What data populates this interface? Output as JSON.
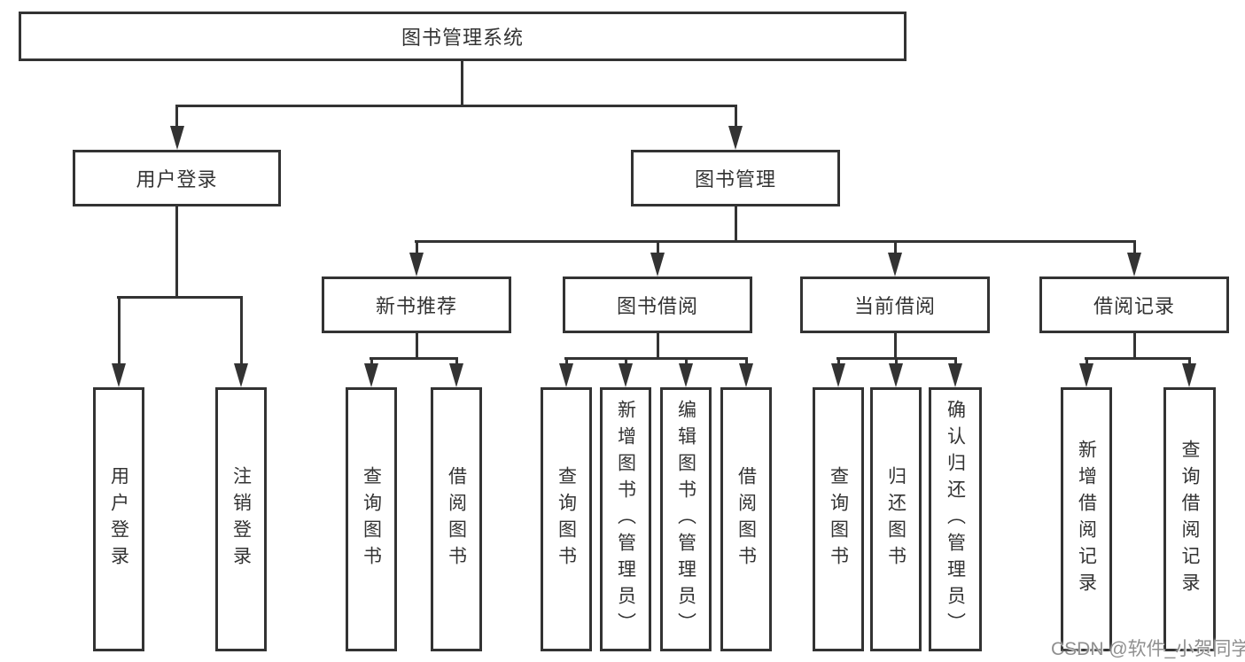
{
  "diagram": {
    "type": "hierarchy-tree",
    "colors": {
      "background": "#ffffff",
      "box_background": "#ffffff",
      "border": "#333333",
      "line": "#333333",
      "text": "#333333",
      "watermark": "#8f8f8f"
    },
    "root": {
      "label": "图书管理系统"
    },
    "level2": [
      {
        "label": "用户登录"
      },
      {
        "label": "图书管理"
      }
    ],
    "level3": [
      {
        "label": "新书推荐"
      },
      {
        "label": "图书借阅"
      },
      {
        "label": "当前借阅"
      },
      {
        "label": "借阅记录"
      }
    ],
    "leaves": {
      "user_login": [
        {
          "label": "用户登录"
        },
        {
          "label": "注销登录"
        }
      ],
      "new_book": [
        {
          "label": "查询图书"
        },
        {
          "label": "借阅图书"
        }
      ],
      "book_borrow": [
        {
          "label": "查询图书"
        },
        {
          "label": "新增图书（管理员）"
        },
        {
          "label": "编辑图书（管理员）"
        },
        {
          "label": "借阅图书"
        }
      ],
      "current_borrow": [
        {
          "label": "查询图书"
        },
        {
          "label": "归还图书"
        },
        {
          "label": "确认归还（管理员）"
        }
      ],
      "borrow_record": [
        {
          "label": "新增借阅记录"
        },
        {
          "label": "查询借阅记录"
        }
      ]
    }
  },
  "watermark": {
    "text": "CSDN @软件_小贺同学"
  }
}
